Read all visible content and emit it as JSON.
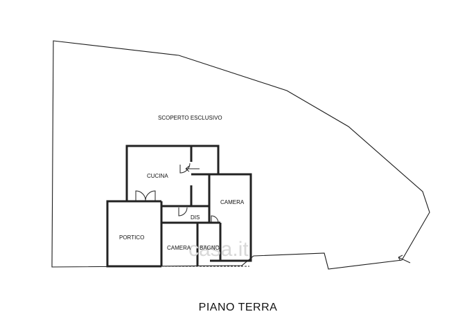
{
  "plan": {
    "title": "PIANO TERRA",
    "areas": {
      "outdoor": "SCOPERTO ESCLUSIVO",
      "kitchen": "CUCINA",
      "bedroom_1": "CAMERA",
      "hall": "DIS",
      "portico": "PORTICO",
      "bedroom_2": "CAMERA",
      "bathroom": "BAGNO"
    },
    "watermark": "casa.it"
  }
}
